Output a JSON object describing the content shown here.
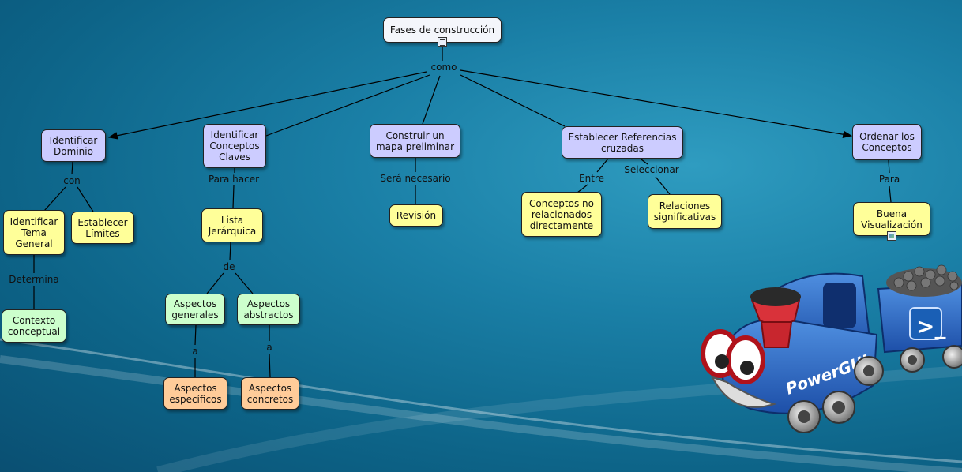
{
  "concept_map": {
    "nodes": {
      "root": "Fases de construcción",
      "dominio": "Identificar\nDominio",
      "conceptos_claves": "Identificar\nConceptos\nClaves",
      "mapa_preliminar": "Construir un\nmapa preliminar",
      "referencias": "Establecer Referencias\ncruzadas",
      "ordenar": "Ordenar los\nConceptos",
      "tema_general": "Identificar\nTema\nGeneral",
      "limites": "Establecer\nLímites",
      "lista": "Lista\nJerárquica",
      "revision": "Revisión",
      "no_relacionados": "Conceptos no\nrelacionados\ndirectamente",
      "relaciones": "Relaciones\nsignificativas",
      "visualizacion": "Buena\nVisualización",
      "contexto": "Contexto\nconceptual",
      "generales": "Aspectos\ngenerales",
      "abstractos": "Aspectos\nabstractos",
      "especificos": "Aspectos\nespecíficos",
      "concretos": "Aspectos\nconcretos"
    },
    "links": {
      "como": "como",
      "con": "con",
      "para_hacer": "Para hacer",
      "sera_necesario": "Será necesario",
      "entre": "Entre",
      "seleccionar": "Seleccionar",
      "para": "Para",
      "determina": "Determina",
      "de": "de",
      "a1": "a",
      "a2": "a"
    }
  },
  "mascot": {
    "label": "PowerGUI",
    "icon": "powershell-prompt-icon"
  },
  "colors": {
    "root": "#f4f6fb",
    "level1": "#ccccff",
    "level2": "#ffff99",
    "level3": "#ccffcc",
    "level4": "#ffcc99"
  }
}
